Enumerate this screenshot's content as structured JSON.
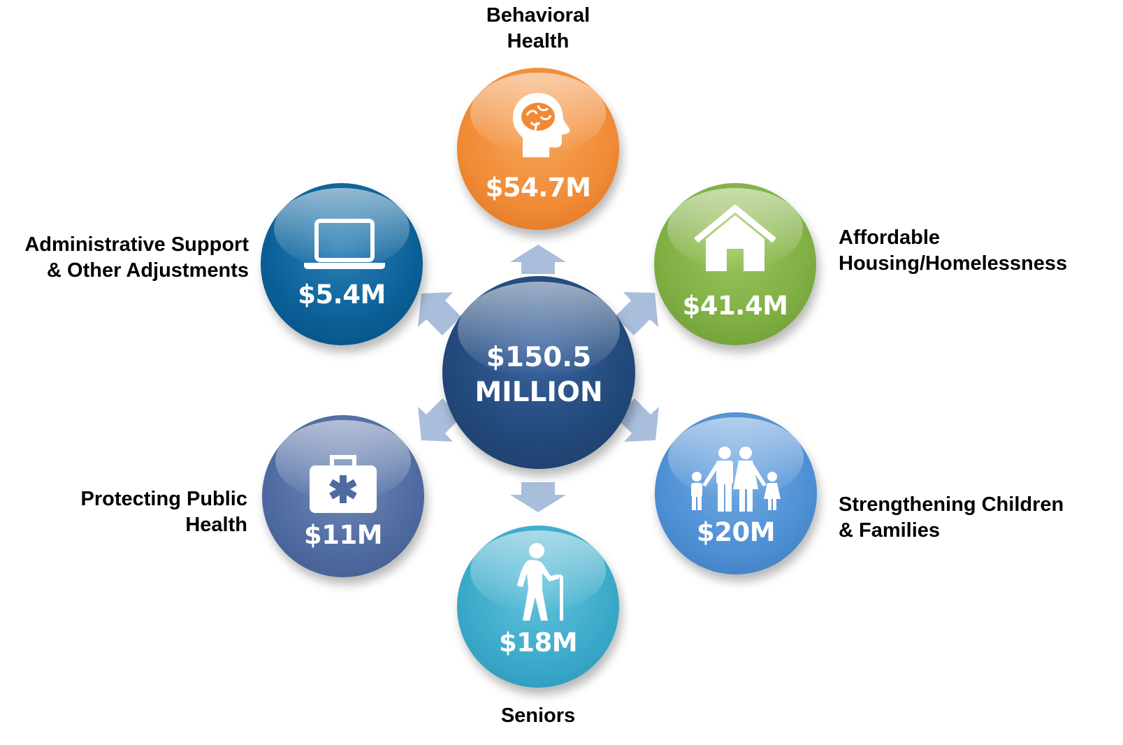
{
  "center": {
    "line1": "$150.5",
    "line2": "MILLION",
    "color": "#24497a"
  },
  "categories": [
    {
      "id": "behavioral",
      "label_lines": [
        "Behavioral",
        "Health"
      ],
      "amount": "$54.7M",
      "icon": "brain-head-icon",
      "color": "#f08a35"
    },
    {
      "id": "housing",
      "label_lines": [
        "Affordable",
        "Housing/Homelessness"
      ],
      "amount": "$41.4M",
      "icon": "house-icon",
      "color": "#7fae43"
    },
    {
      "id": "children",
      "label_lines": [
        "Strengthening Children",
        "& Families"
      ],
      "amount": "$20M",
      "icon": "family-icon",
      "color": "#4d8fd4"
    },
    {
      "id": "seniors",
      "label_lines": [
        "Seniors"
      ],
      "amount": "$18M",
      "icon": "senior-with-cane-icon",
      "color": "#3aa9c9"
    },
    {
      "id": "publichealth",
      "label_lines": [
        "Protecting Public",
        "Health"
      ],
      "amount": "$11M",
      "icon": "medical-kit-icon",
      "color": "#4f6aa0"
    },
    {
      "id": "admin",
      "label_lines": [
        "Administrative Support",
        "& Other Adjustments"
      ],
      "amount": "$5.4M",
      "icon": "laptop-icon",
      "color": "#0a5f96"
    }
  ],
  "arrow_color": "#a9bedb"
}
